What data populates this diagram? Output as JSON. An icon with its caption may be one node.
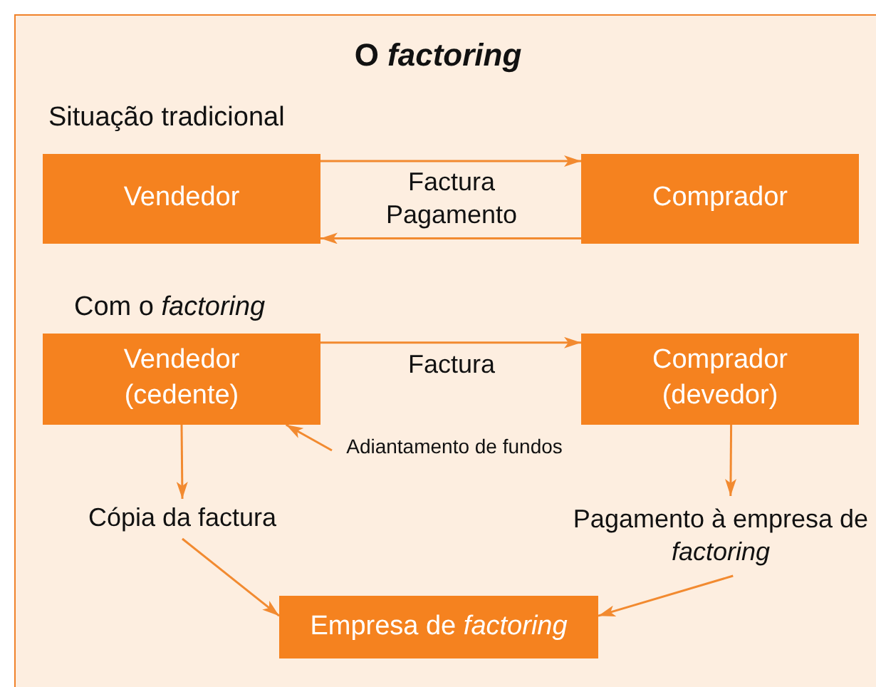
{
  "diagram": {
    "title": "O *factoring*",
    "nodes": [
      {
        "text": [
          "Vendedor"
        ]
      },
      {
        "text": [
          "Comprador"
        ]
      },
      {
        "text": [
          "Vendedor (cedente)"
        ]
      },
      {
        "text": [
          "Comprador (devedor)"
        ]
      },
      {
        "text": [
          "Cópia da factura"
        ]
      },
      {
        "text": [
          "Pagamento à empresa de *factoring*"
        ]
      },
      {
        "text": [
          "Adiantamento de fundos"
        ]
      },
      {
        "text": [
          "Empresa de *factoring*"
        ]
      }
    ],
    "edges": [
      {
        "from": 0,
        "to": 1,
        "arrow": "to",
        "label": "Factura"
      },
      {
        "from": 1,
        "to": 0,
        "arrow": "to",
        "label": "Pagamento"
      },
      {
        "from": 2,
        "to": 3,
        "arrow": "to",
        "label": "Factura"
      },
      {
        "from": 2,
        "to": 4,
        "arrow": "to"
      },
      {
        "from": 3,
        "to": 5,
        "arrow": "to"
      },
      {
        "from": 6,
        "to": 2,
        "arrow": "to"
      },
      {
        "from": 4,
        "to": 7,
        "arrow": "to"
      },
      {
        "from": 5,
        "to": 7,
        "arrow": "to"
      }
    ],
    "labels": [
      "Situação tradicional",
      "Com o *factoring*"
    ]
  }
}
